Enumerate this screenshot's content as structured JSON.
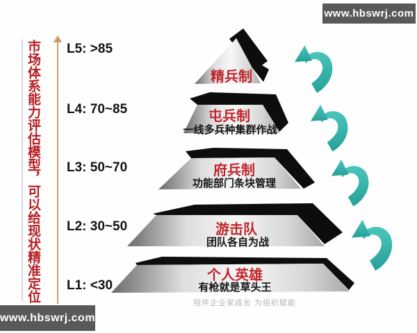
{
  "watermarks": {
    "top_right": "www.hbswrj.com",
    "bottom_left": "www.hbswrj.com"
  },
  "left_axis": {
    "title": "市场体系能力评估模型，可以给现状精准定位",
    "labels": [
      "L5: >85",
      "L4: 70~85",
      "L3: 50~70",
      "L2: 30~50",
      "L1: <30"
    ]
  },
  "pyramid": {
    "levels": [
      {
        "id": "L5",
        "score_range": ">85",
        "title": "精兵制",
        "subtitle": ""
      },
      {
        "id": "L4",
        "score_range": "70~85",
        "title": "屯兵制",
        "subtitle": "一线多兵种集群作战"
      },
      {
        "id": "L3",
        "score_range": "50~70",
        "title": "府兵制",
        "subtitle": "功能部门条块管理"
      },
      {
        "id": "L2",
        "score_range": "30~50",
        "title": "游击队",
        "subtitle": "团队各自为战"
      },
      {
        "id": "L1",
        "score_range": "<30",
        "title": "个人英雄",
        "subtitle": "有枪就是草头王"
      }
    ]
  },
  "caption": "陪伴企业家成长 为组织赋能",
  "colors": {
    "accent_red": "#b71d22",
    "title_red": "#c0262c",
    "teal_arrow": "#38b7af",
    "watermark_bg": "#58595b",
    "axis_arrow_tan": "#cf9a62",
    "band_black": "#0d0d0d"
  }
}
